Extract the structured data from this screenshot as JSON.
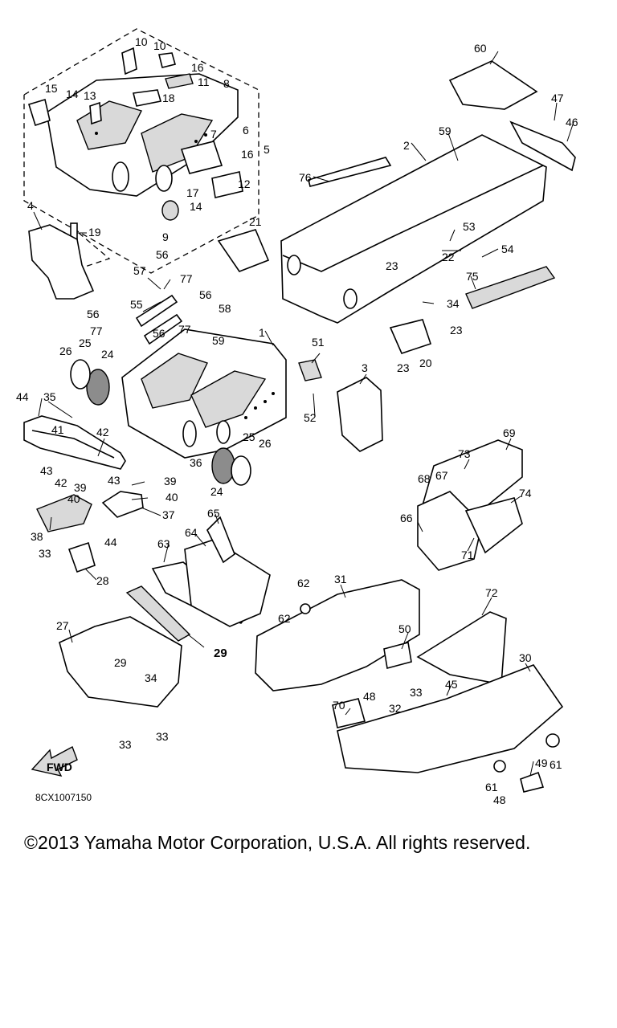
{
  "diagram": {
    "drawing_code": "8CX1007150",
    "direction_label": "FWD",
    "callouts": {
      "c1": "1",
      "c2": "2",
      "c3": "3",
      "c4": "4",
      "c5": "5",
      "c6": "6",
      "c7": "7",
      "c8": "8",
      "c9": "9",
      "c10a": "10",
      "c10b": "10",
      "c11": "11",
      "c12": "12",
      "c13": "13",
      "c14a": "14",
      "c14b": "14",
      "c15": "15",
      "c16a": "16",
      "c16b": "16",
      "c17": "17",
      "c18": "18",
      "c19": "19",
      "c20": "20",
      "c21": "21",
      "c22": "22",
      "c23a": "23",
      "c23b": "23",
      "c23c": "23",
      "c24a": "24",
      "c24b": "24",
      "c25a": "25",
      "c25b": "25",
      "c26a": "26",
      "c26b": "26",
      "c27": "27",
      "c28": "28",
      "c29a": "29",
      "c29b": "29",
      "c30": "30",
      "c31": "31",
      "c32": "32",
      "c33a": "33",
      "c33b": "33",
      "c33c": "33",
      "c33d": "33",
      "c34a": "34",
      "c34b": "34",
      "c35": "35",
      "c36": "36",
      "c37": "37",
      "c38": "38",
      "c39a": "39",
      "c39b": "39",
      "c40a": "40",
      "c40b": "40",
      "c41": "41",
      "c42a": "42",
      "c42b": "42",
      "c43a": "43",
      "c43b": "43",
      "c44a": "44",
      "c44b": "44",
      "c45": "45",
      "c46": "46",
      "c47": "47",
      "c48a": "48",
      "c48b": "48",
      "c49": "49",
      "c50": "50",
      "c51": "51",
      "c52": "52",
      "c53": "53",
      "c54": "54",
      "c55": "55",
      "c56a": "56",
      "c56b": "56",
      "c56c": "56",
      "c56d": "56",
      "c57": "57",
      "c58": "58",
      "c59a": "59",
      "c59b": "59",
      "c60": "60",
      "c61a": "61",
      "c61b": "61",
      "c62a": "62",
      "c62b": "62",
      "c63": "63",
      "c64": "64",
      "c65": "65",
      "c66": "66",
      "c67": "67",
      "c68": "68",
      "c69": "69",
      "c70": "70",
      "c71": "71",
      "c72": "72",
      "c73": "73",
      "c74": "74",
      "c75": "75",
      "c76": "76",
      "c77a": "77",
      "c77b": "77",
      "c77c": "77"
    }
  },
  "footer": {
    "copyright": "©2013 Yamaha Motor Corporation, U.S.A. All rights reserved."
  }
}
